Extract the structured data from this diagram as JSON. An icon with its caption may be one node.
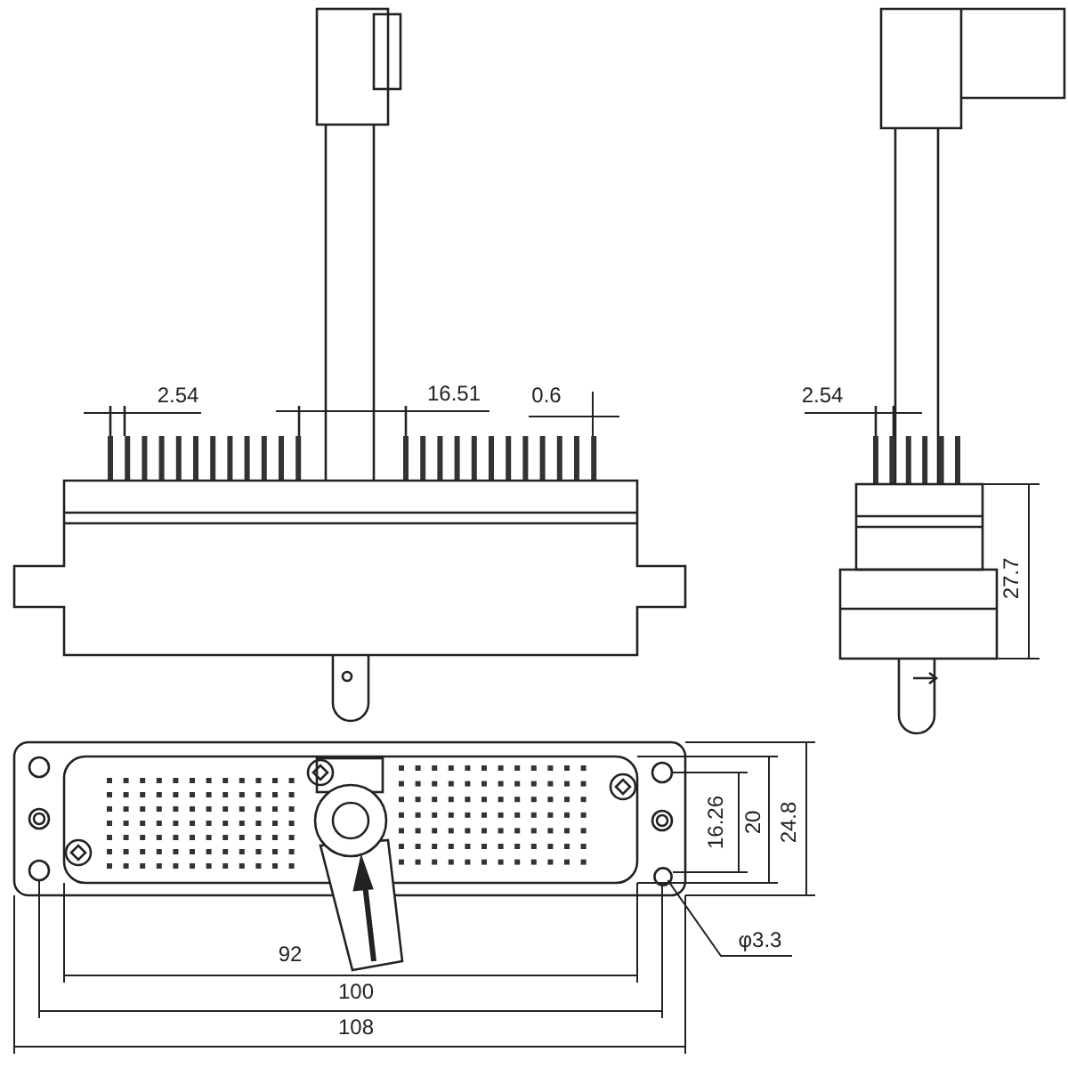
{
  "diagram": {
    "nodes": [
      {
        "text": [
          "φ3.3"
        ]
      },
      {
        "text": [],
        "shape": "circle"
      }
    ],
    "edges": [
      {
        "from": 0,
        "to": 1,
        "arrow": "none"
      }
    ],
    "labels": [
      "2.54",
      "16.51",
      "0.6",
      "2.54",
      "27.7",
      "16.26",
      "20",
      "24.8",
      "92",
      "100",
      "108"
    ]
  }
}
